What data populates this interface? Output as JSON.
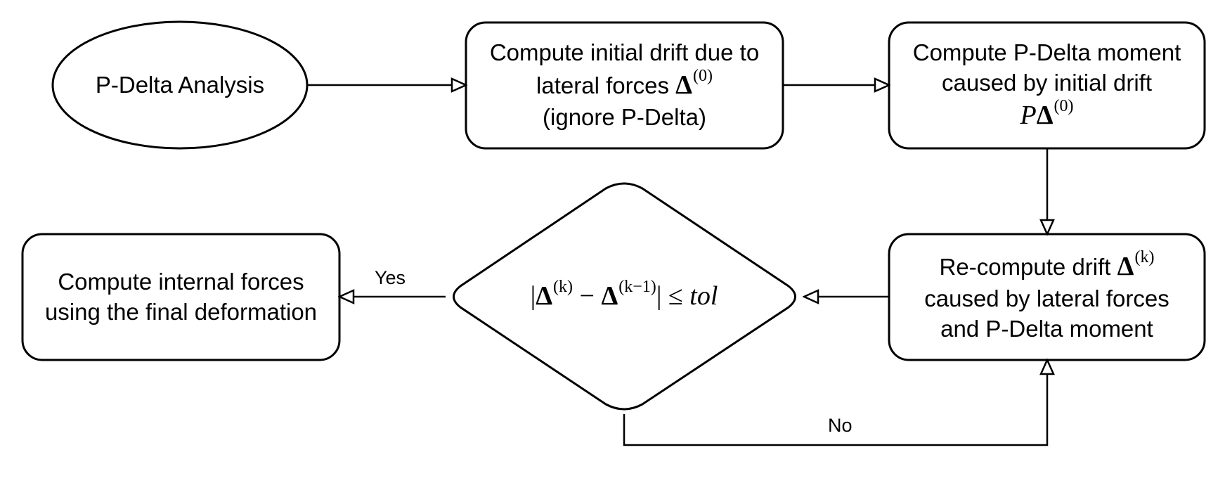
{
  "nodes": {
    "start": {
      "label": "P-Delta Analysis"
    },
    "initial_drift": {
      "line1": "Compute initial drift due to",
      "line2_text": "lateral forces",
      "line2_symbol": "Δ",
      "line2_sup": "(0)",
      "line3": "(ignore P-Delta)"
    },
    "pdelta_moment": {
      "line1": "Compute P-Delta moment",
      "line2": "caused by initial drift",
      "formula_p": "P",
      "formula_delta": "Δ",
      "formula_sup": "(0)"
    },
    "recompute": {
      "line1_text": "Re-compute drift",
      "line1_symbol": "Δ",
      "line1_sup": "(k)",
      "line2": "caused by lateral forces",
      "line3": "and P-Delta moment"
    },
    "decision": {
      "bar_open": "|",
      "delta1": "Δ",
      "sup1": "(k)",
      "minus": "−",
      "delta2": "Δ",
      "sup2": "(k−1)",
      "bar_close": "|",
      "leq": "≤",
      "tol": "tol"
    },
    "final": {
      "line1": "Compute internal forces",
      "line2": "using the final deformation"
    }
  },
  "edges": {
    "yes_label": "Yes",
    "no_label": "No"
  },
  "colors": {
    "stroke": "#000000",
    "fill": "#ffffff",
    "background": "#ffffff"
  }
}
